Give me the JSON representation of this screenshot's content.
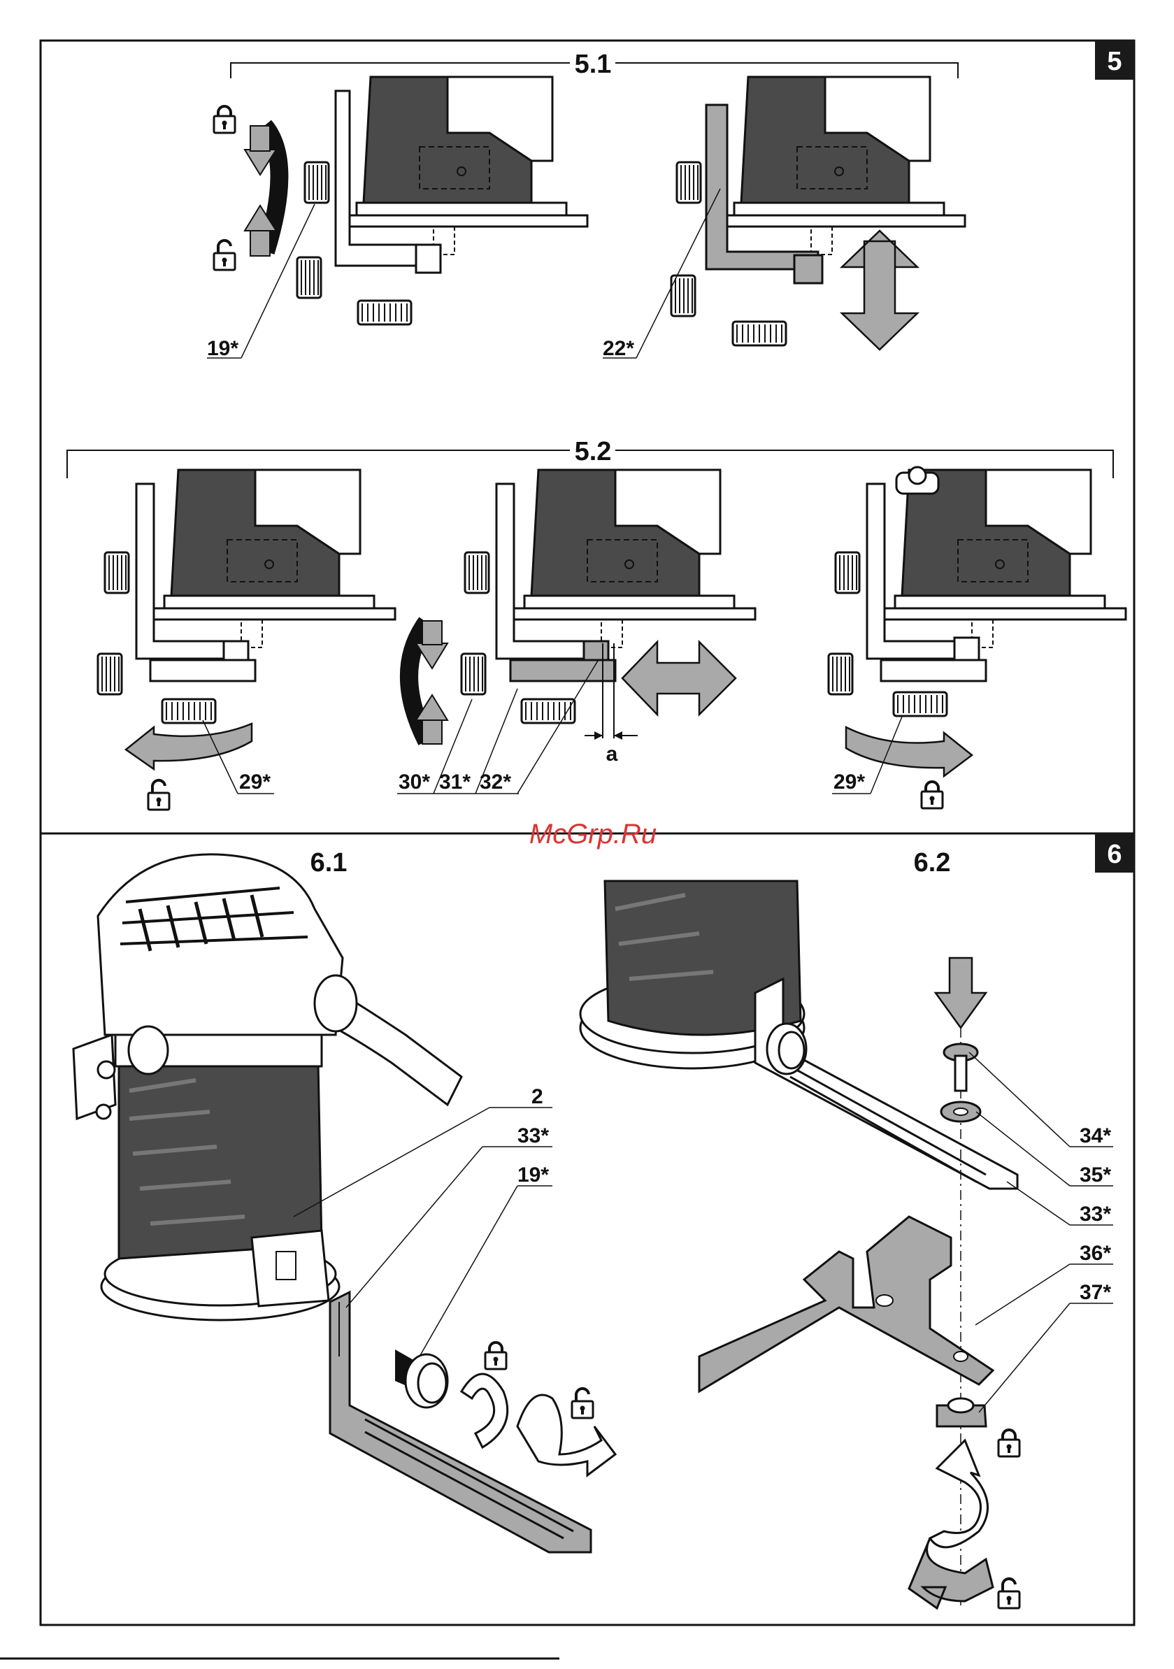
{
  "figure5": {
    "badge": "5",
    "sections": [
      {
        "title": "5.1",
        "callouts": [
          "19*",
          "22*"
        ]
      },
      {
        "title": "5.2",
        "callouts": [
          "29*",
          "30*",
          "31*",
          "32*",
          "a",
          "29*"
        ]
      }
    ]
  },
  "figure6": {
    "badge": "6",
    "sections": [
      {
        "title": "6.1",
        "callouts": [
          "2",
          "33*",
          "19*"
        ]
      },
      {
        "title": "6.2",
        "callouts": [
          "34*",
          "35*",
          "33*",
          "36*",
          "37*"
        ]
      }
    ]
  },
  "watermark": "McGrp.Ru",
  "colors": {
    "line": "#111111",
    "grip": "#4a4a4a",
    "metal": "#a9a9a9",
    "black": "#1a1a1a",
    "watermark": "#dd3333"
  },
  "icons": [
    "lock-icon",
    "unlock-icon",
    "double-arrow-icon",
    "rotate-arrow-icon",
    "down-arrow-icon"
  ]
}
